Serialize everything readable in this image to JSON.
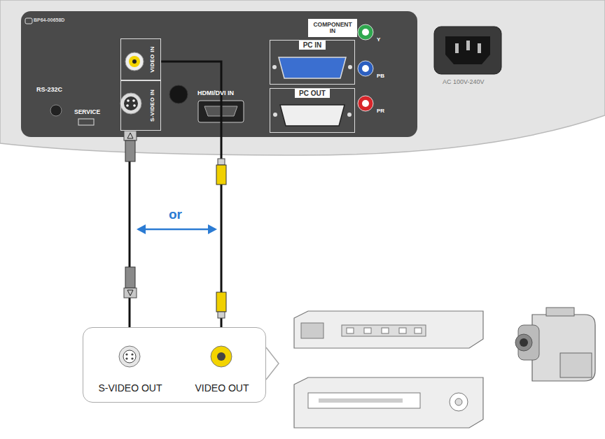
{
  "diagram": {
    "nodes": [
      {
        "text": [
          "VIDEO IN"
        ]
      },
      {
        "text": [
          "S-VIDEO IN"
        ]
      },
      {
        "text": [
          "PC IN"
        ]
      },
      {
        "text": [
          "PC OUT"
        ]
      },
      {
        "text": [
          "COMPONENT IN"
        ]
      },
      {
        "text": [
          "S-VIDEO OUT",
          "VIDEO OUT"
        ]
      }
    ],
    "edges": [
      {
        "from": 5,
        "to": 1,
        "arrow": "none"
      },
      {
        "from": 5,
        "to": 0,
        "arrow": "none"
      }
    ],
    "labels": [
      "BP64-00658D",
      "RS-232C",
      "SERVICE",
      "HDMI/DVI IN",
      "Y",
      "PB",
      "PR",
      "AC 100V-240V",
      "or"
    ]
  }
}
